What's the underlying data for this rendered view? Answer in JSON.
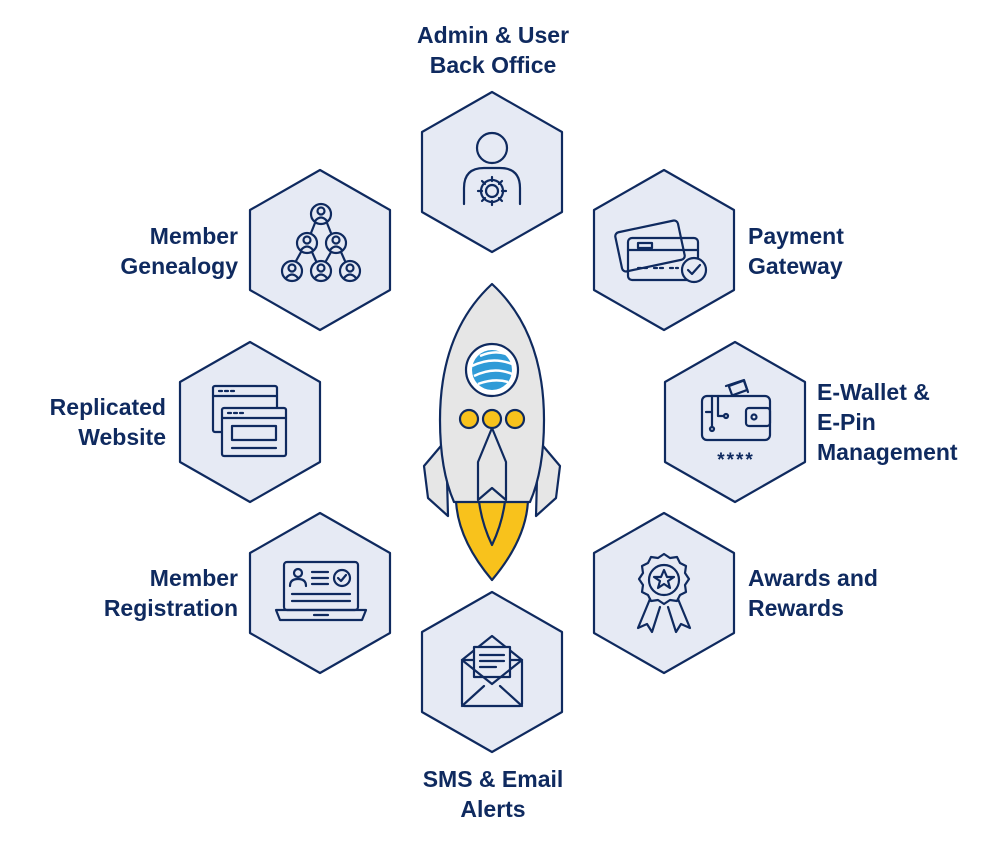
{
  "colors": {
    "navy": "#0f2a5f",
    "hex_fill": "#e6eaf4",
    "rocket_body": "#e6e6e6",
    "flame": "#f8c21c",
    "globe_blue": "#2f9bd7"
  },
  "features": [
    {
      "id": "admin",
      "lines": [
        "Admin & User",
        "Back Office"
      ],
      "icon": "admin-gear-icon"
    },
    {
      "id": "payment",
      "lines": [
        "Payment",
        "Gateway"
      ],
      "icon": "credit-card-icon"
    },
    {
      "id": "ewallet",
      "lines": [
        "E-Wallet &",
        "E-Pin",
        "Management"
      ],
      "icon": "wallet-icon"
    },
    {
      "id": "awards",
      "lines": [
        "Awards and",
        "Rewards"
      ],
      "icon": "award-badge-icon"
    },
    {
      "id": "sms",
      "lines": [
        "SMS & Email",
        "Alerts"
      ],
      "icon": "envelope-icon"
    },
    {
      "id": "registration",
      "lines": [
        "Member",
        "Registration"
      ],
      "icon": "registration-laptop-icon"
    },
    {
      "id": "website",
      "lines": [
        "Replicated",
        "Website"
      ],
      "icon": "browser-windows-icon"
    },
    {
      "id": "genealogy",
      "lines": [
        "Member",
        "Genealogy"
      ],
      "icon": "genealogy-tree-icon"
    }
  ],
  "wallet_pin_mask": "****"
}
